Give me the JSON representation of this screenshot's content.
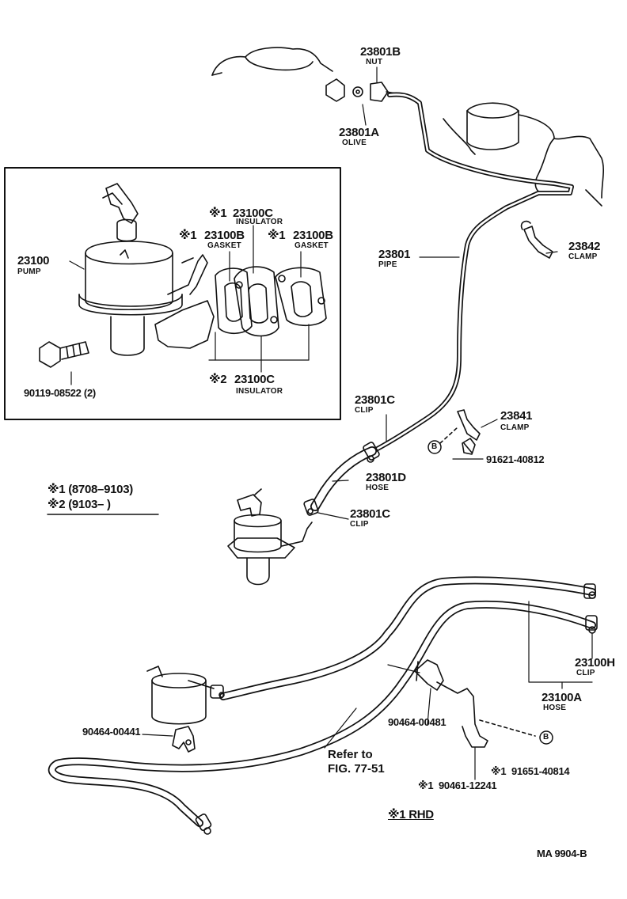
{
  "parts": {
    "nut": {
      "number": "23801B",
      "name": "NUT"
    },
    "olive": {
      "number": "23801A",
      "name": "OLIVE"
    },
    "insulator_top": {
      "number": "23100C",
      "name": "INSULATOR",
      "mark": "※1"
    },
    "gasket_left": {
      "number": "23100B",
      "name": "GASKET",
      "mark": "※1"
    },
    "gasket_right": {
      "number": "23100B",
      "name": "GASKET",
      "mark": "※1"
    },
    "pump": {
      "number": "23100",
      "name": "PUMP"
    },
    "insulator_bottom": {
      "number": "23100C",
      "name": "INSULATOR",
      "mark": "※2"
    },
    "bolt": {
      "number": "90119-08522 (2)"
    },
    "pipe": {
      "number": "23801",
      "name": "PIPE"
    },
    "clamp_23842": {
      "number": "23842",
      "name": "CLAMP"
    },
    "clip_upper": {
      "number": "23801C",
      "name": "CLIP"
    },
    "clamp_23841": {
      "number": "23841",
      "name": "CLAMP"
    },
    "bolt_91621": {
      "number": "91621-40812"
    },
    "hose_23801d": {
      "number": "23801D",
      "name": "HOSE"
    },
    "clip_lower": {
      "number": "23801C",
      "name": "CLIP"
    },
    "clip_23100h": {
      "number": "23100H",
      "name": "CLIP"
    },
    "hose_23100a": {
      "number": "23100A",
      "name": "HOSE"
    },
    "clamp_00481": {
      "number": "90464-00481"
    },
    "clamp_00441": {
      "number": "90464-00441"
    },
    "bolt_91651": {
      "number": "91651-40814",
      "mark": "※1"
    },
    "clamp_12241": {
      "number": "90461-12241",
      "mark": "※1"
    }
  },
  "callout_marker": "B",
  "notes": {
    "date1": "※1 (8708–9103)",
    "date2": "※2 (9103–          )",
    "refer_line1": "Refer to",
    "refer_line2": "FIG. 77-51",
    "rhd": "※1 RHD"
  },
  "figure_code": "MA  9904-B"
}
